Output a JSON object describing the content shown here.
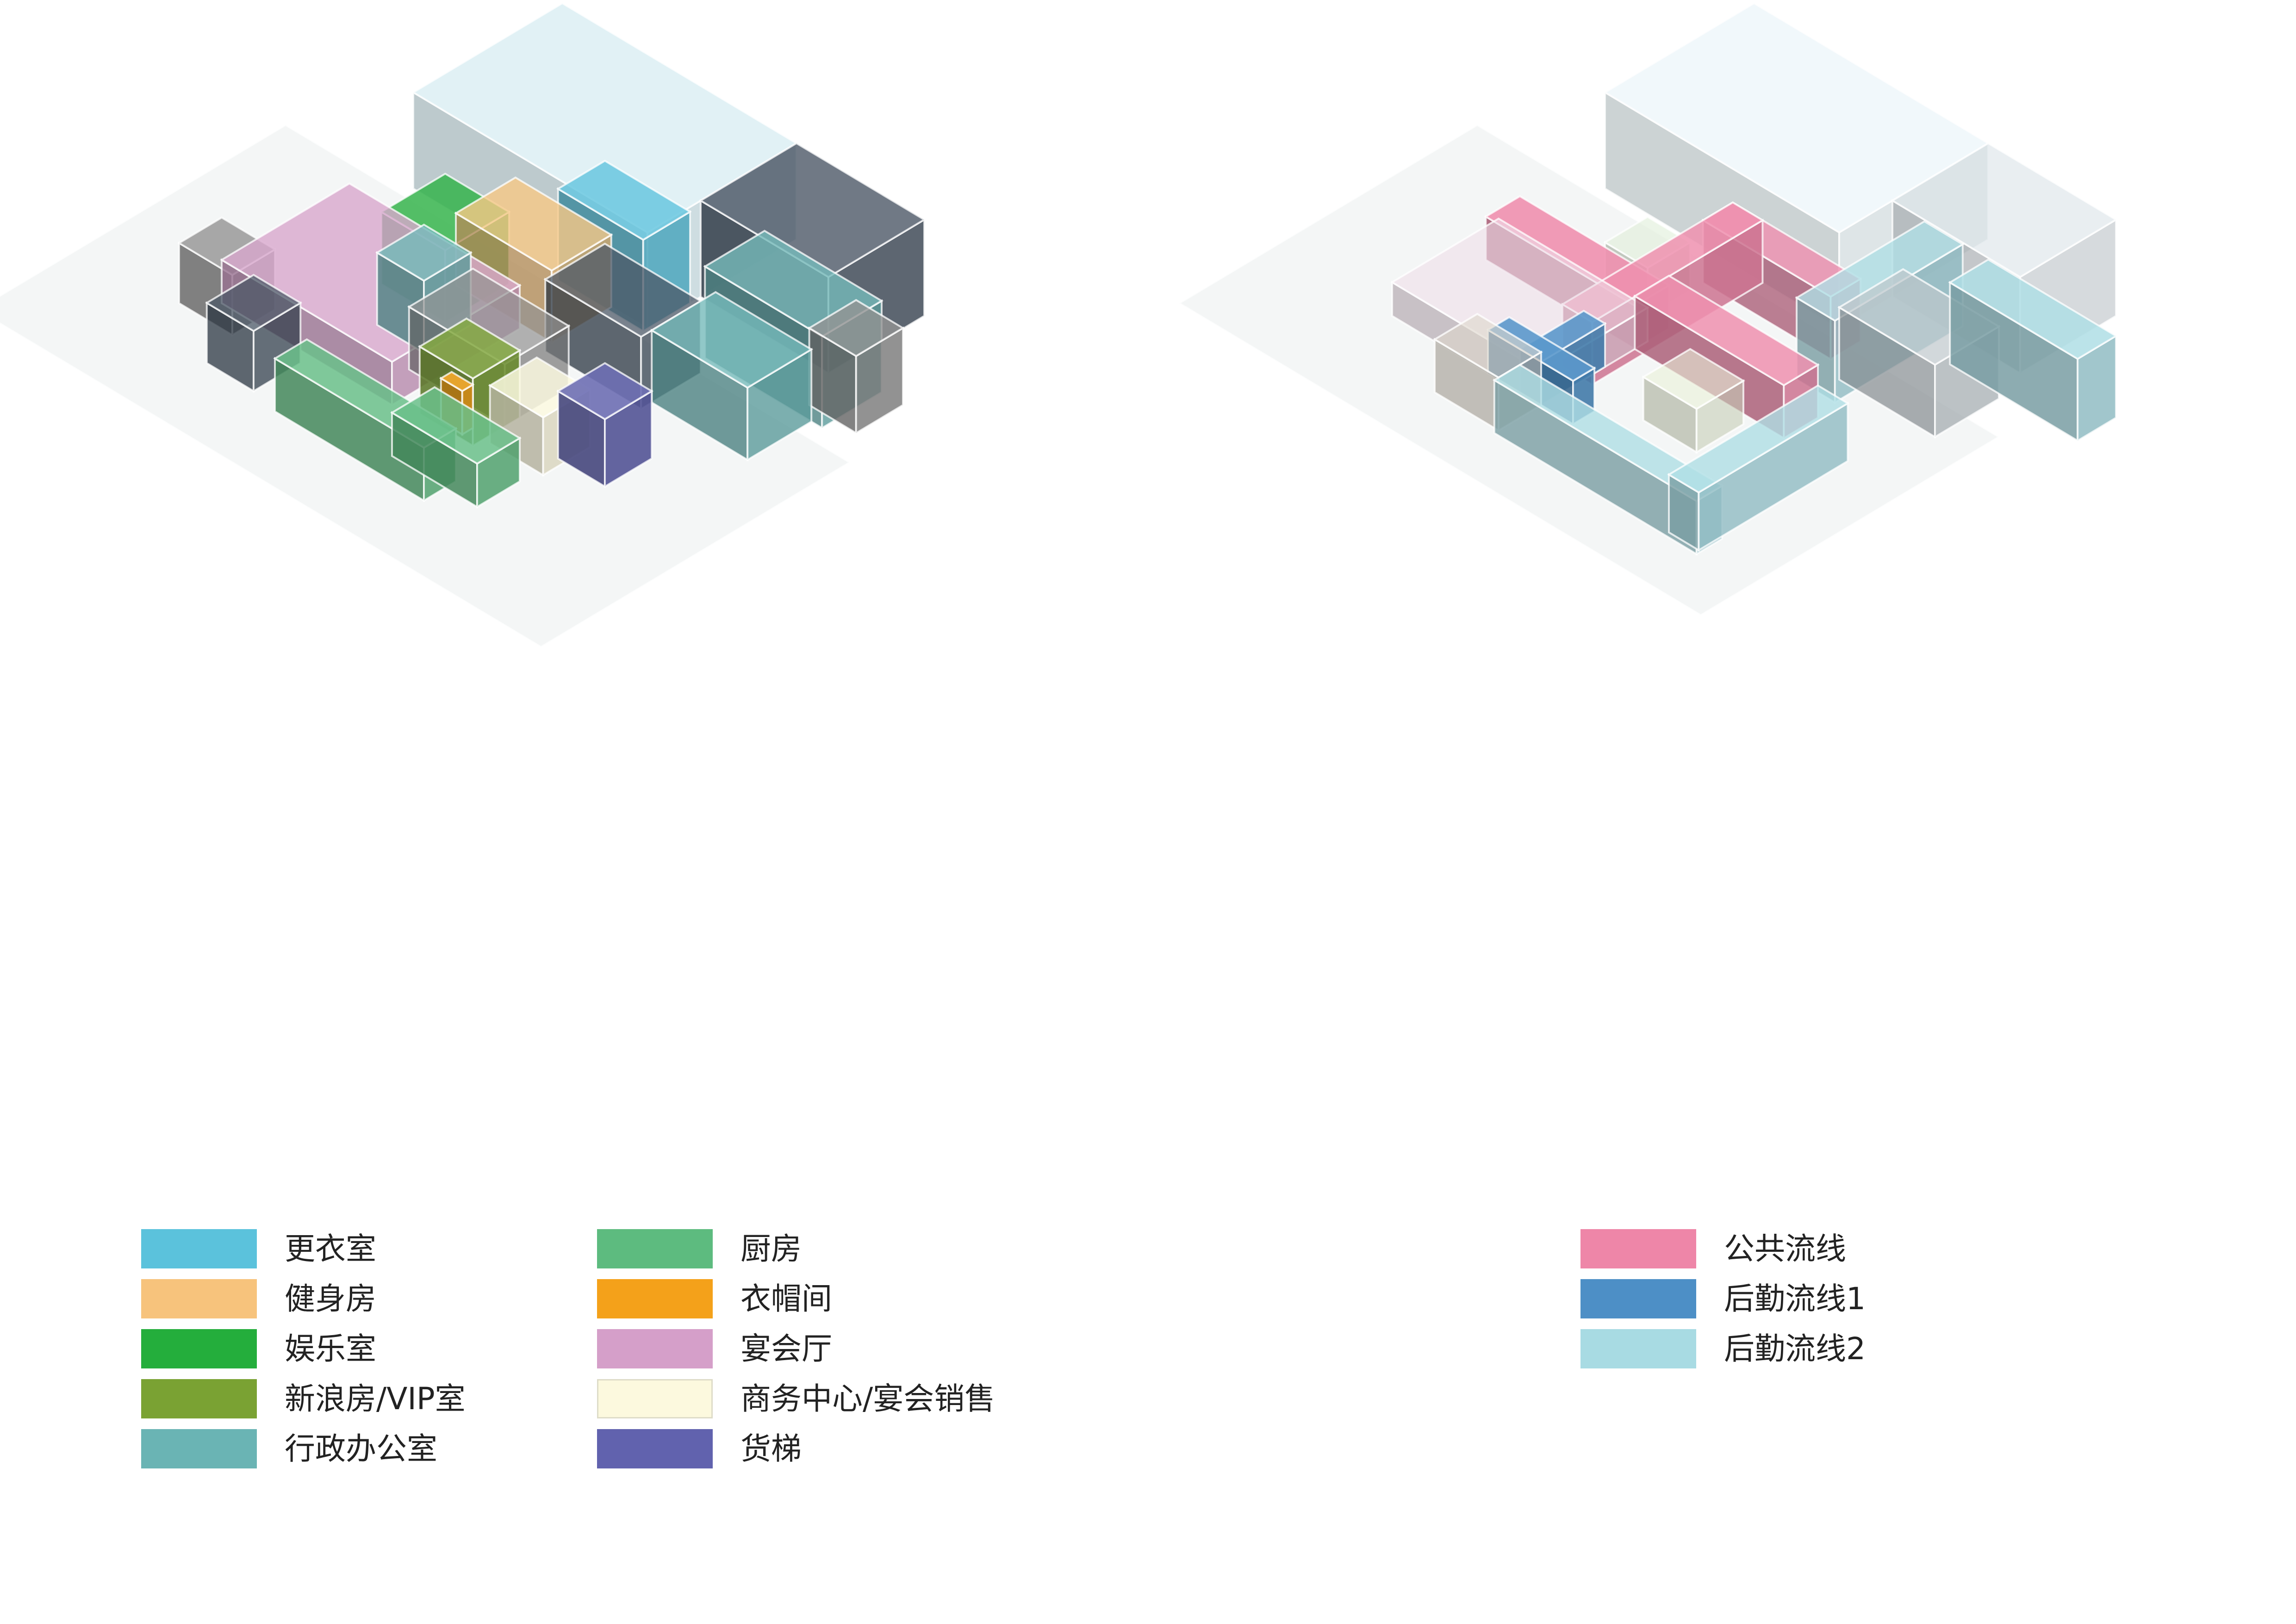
{
  "legend_program": {
    "col1": [
      {
        "label": "更衣室",
        "color": "#5bc2dc"
      },
      {
        "label": "健身房",
        "color": "#f7c37c"
      },
      {
        "label": "娱乐室",
        "color": "#24ae3c"
      },
      {
        "label": "新浪房/VIP室",
        "color": "#7aa233"
      },
      {
        "label": "行政办公室",
        "color": "#6ab4b4"
      }
    ],
    "col2": [
      {
        "label": "厨房",
        "color": "#5dbb7f"
      },
      {
        "label": "衣帽间",
        "color": "#f4a11a"
      },
      {
        "label": "宴会厅",
        "color": "#d59fc9"
      },
      {
        "label": "商务中心/宴会销售",
        "color": "#fcf9de"
      },
      {
        "label": "货梯",
        "color": "#6162ae"
      }
    ]
  },
  "legend_circulation": [
    {
      "label": "公共流线",
      "color": "#ee86a8"
    },
    {
      "label": "后勤流线1",
      "color": "#4d8fc6"
    },
    {
      "label": "后勤流线2",
      "color": "#a8dbe3"
    }
  ],
  "colors": {
    "changing": "#5bc2dc",
    "gym": "#f7c37c",
    "entertain": "#24ae3c",
    "vip": "#7aa233",
    "office": "#6ab4b4",
    "kitchen": "#5dbb7f",
    "cloak": "#f4a11a",
    "banquet": "#d59fc9",
    "business": "#fcf9de",
    "lift": "#6162ae",
    "public": "#ee86a8",
    "service1": "#4d8fc6",
    "service2": "#a8dbe3",
    "dark": "#3c4a5a",
    "grey": "#8a8a8a",
    "pale": "#c9e6ee"
  }
}
